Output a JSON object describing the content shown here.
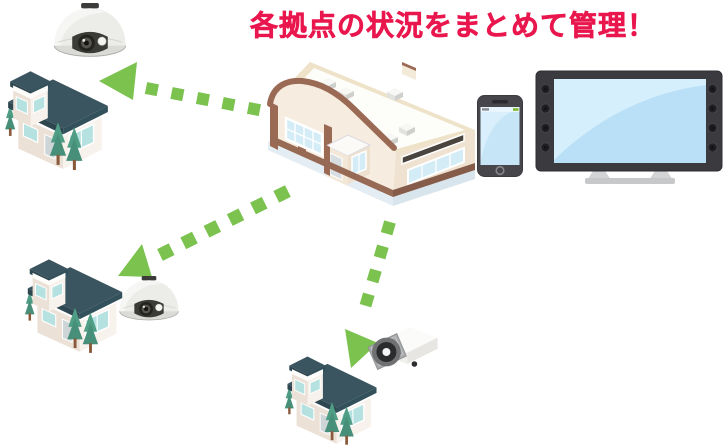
{
  "title": {
    "text": "各拠点の状況をまとめて管理！",
    "color": "#e9174e"
  },
  "palette": {
    "arrow_green": "#7bc24f",
    "title_red": "#e9174e",
    "roof_teal": "#3a5560",
    "wall_cream": "#f6ecdf",
    "trim_brown": "#9b6a55",
    "window_cyan": "#b5e2e0",
    "screen_blue": "#bee4f8",
    "tree_green": "#4f9d85"
  },
  "diagram": {
    "center": {
      "name": "headquarters-building",
      "icon": "office-building-icon"
    },
    "branches": [
      {
        "name": "branch-top-left",
        "building": "house-icon",
        "camera": "dome-camera-icon"
      },
      {
        "name": "branch-bottom-left",
        "building": "house-icon",
        "camera": "dome-camera-icon"
      },
      {
        "name": "branch-bottom-center",
        "building": "house-icon",
        "camera": "bullet-camera-icon"
      }
    ],
    "viewers": [
      {
        "name": "smartphone",
        "icon": "smartphone-icon"
      },
      {
        "name": "tv-monitor",
        "icon": "tv-monitor-icon"
      }
    ],
    "connections": [
      {
        "from": "headquarters-building",
        "to": "branch-top-left",
        "style": "green-dashed-arrow"
      },
      {
        "from": "headquarters-building",
        "to": "branch-bottom-left",
        "style": "green-dashed-arrow"
      },
      {
        "from": "headquarters-building",
        "to": "branch-bottom-center",
        "style": "green-dashed-arrow"
      }
    ]
  }
}
